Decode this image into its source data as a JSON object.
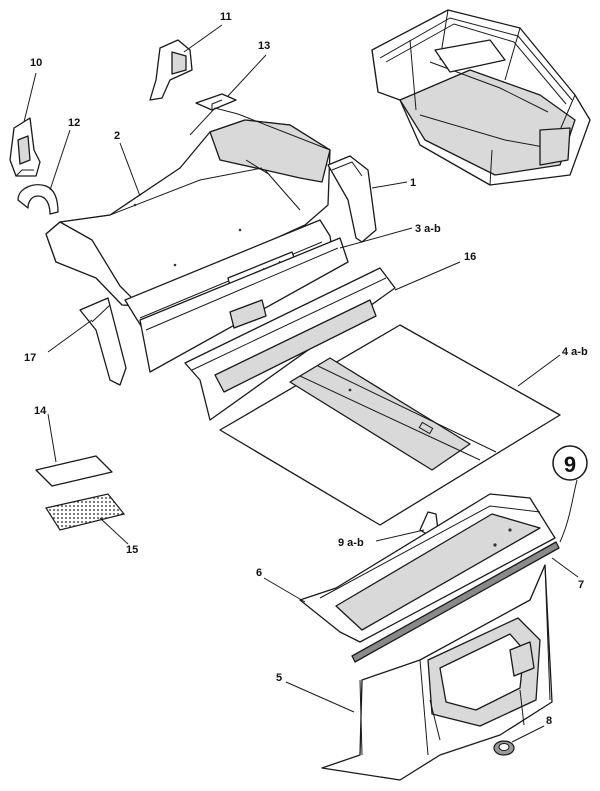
{
  "callouts": {
    "c1": "1",
    "c2": "2",
    "c3": "3 a-b",
    "c4": "4 a-b",
    "c5": "5",
    "c6": "6",
    "c7": "7",
    "c8": "8",
    "c9": "9 a-b",
    "c9_icon": "9",
    "c10": "10",
    "c11": "11",
    "c12": "12",
    "c13": "13",
    "c14": "14",
    "c15": "15",
    "c16": "16",
    "c17": "17"
  }
}
